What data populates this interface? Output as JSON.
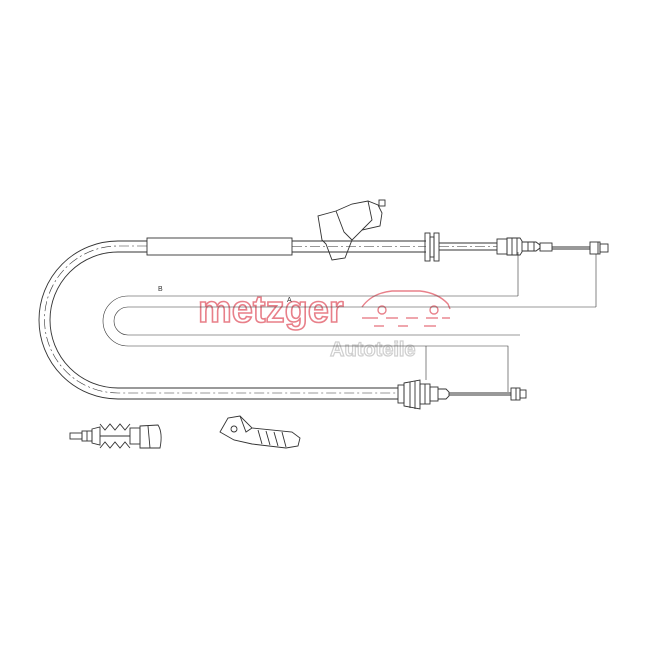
{
  "diagram": {
    "dimension_labels": {
      "a": "A",
      "b": "B"
    }
  },
  "watermark": {
    "brand": "metzger",
    "tagline": "Autoteile",
    "brand_color": "#e8808a",
    "tagline_color": "#cfcfcf"
  },
  "colors": {
    "line": "#333333",
    "background": "#ffffff"
  }
}
